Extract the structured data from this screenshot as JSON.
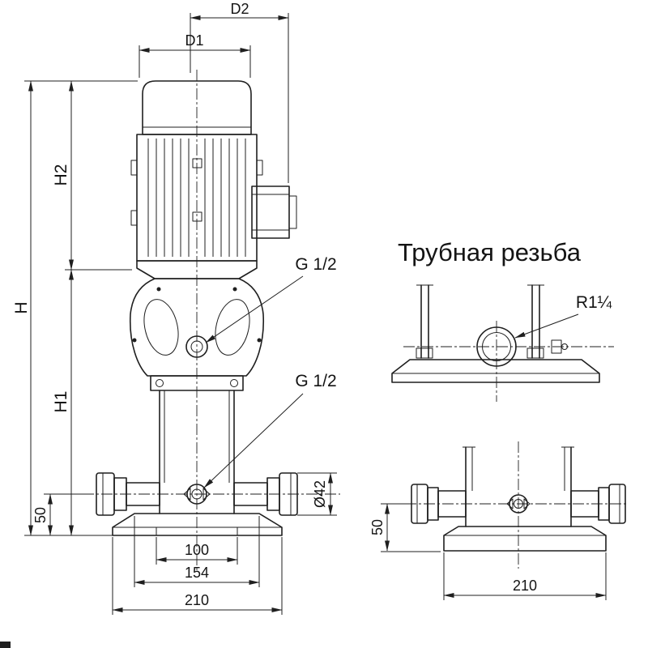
{
  "title": "Трубная резьба",
  "main_view": {
    "dim_d2": "D2",
    "dim_d1": "D1",
    "dim_h": "H",
    "dim_h2": "H2",
    "dim_h1": "H1",
    "dim_50": "50",
    "dim_100": "100",
    "dim_154": "154",
    "dim_210": "210",
    "dim_diameter": "Ø42",
    "thread_upper": "G 1/2",
    "thread_lower": "G 1/2"
  },
  "thread_view": {
    "thread_size": "R1¼"
  },
  "front_view": {
    "dim_50": "50",
    "dim_210": "210"
  }
}
